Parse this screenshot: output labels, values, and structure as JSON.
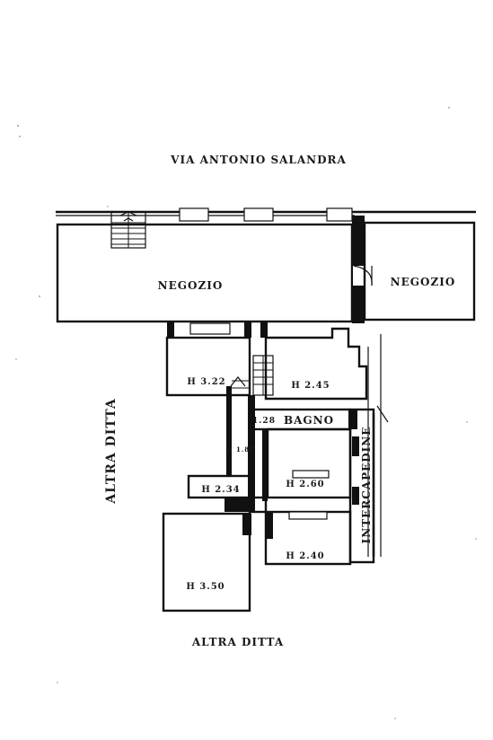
{
  "plan": {
    "street_label": "VIA ANTONIO SALANDRA",
    "left_label": "ALTRA DITTA",
    "bottom_label": "ALTRA DITTA",
    "rooms": {
      "negozio_main": "NEGOZIO",
      "negozio_right": "NEGOZIO",
      "room_h322": "H 3.22",
      "room_h245": "H 2.45",
      "bagno": "BAGNO",
      "bagno_height": "1.28",
      "stair_height": "H 1.88",
      "room_h234": "H 2.34",
      "room_h260": "H 2.60",
      "room_h240": "H 2.40",
      "room_h350": "H 3.50",
      "intercapedine": "INTERCAPEDINE"
    }
  }
}
